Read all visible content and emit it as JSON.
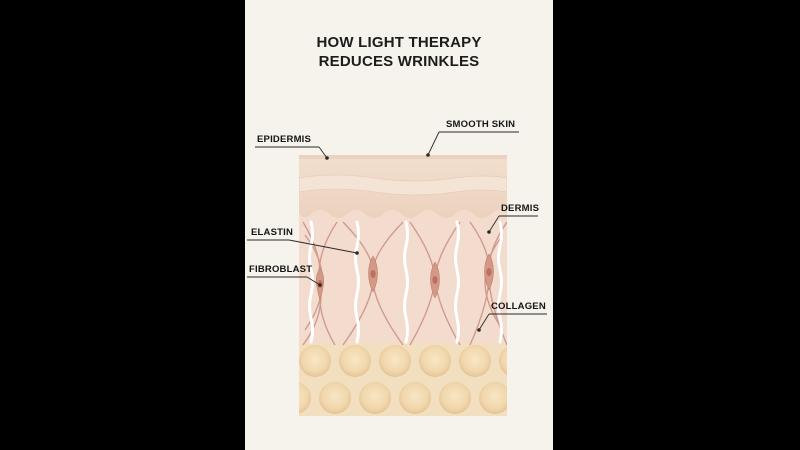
{
  "title": {
    "line1": "HOW LIGHT THERAPY",
    "line2": "REDUCES WRINKLES"
  },
  "labels": {
    "epidermis": "EPIDERMIS",
    "smooth_skin": "SMOOTH SKIN",
    "dermis": "DERMIS",
    "elastin": "ELASTIN",
    "fibroblast": "FIBROBLAST",
    "collagen": "COLLAGEN"
  },
  "colors": {
    "background": "#000000",
    "panel": "#f6f3ec",
    "epidermis": "#efd9c6",
    "dermis": "#f3dccd",
    "elastin": "#cf9a8f",
    "fibroblast": "#d39886",
    "collagen": "#ffffff",
    "fat_cells": "#f2dcb4"
  }
}
